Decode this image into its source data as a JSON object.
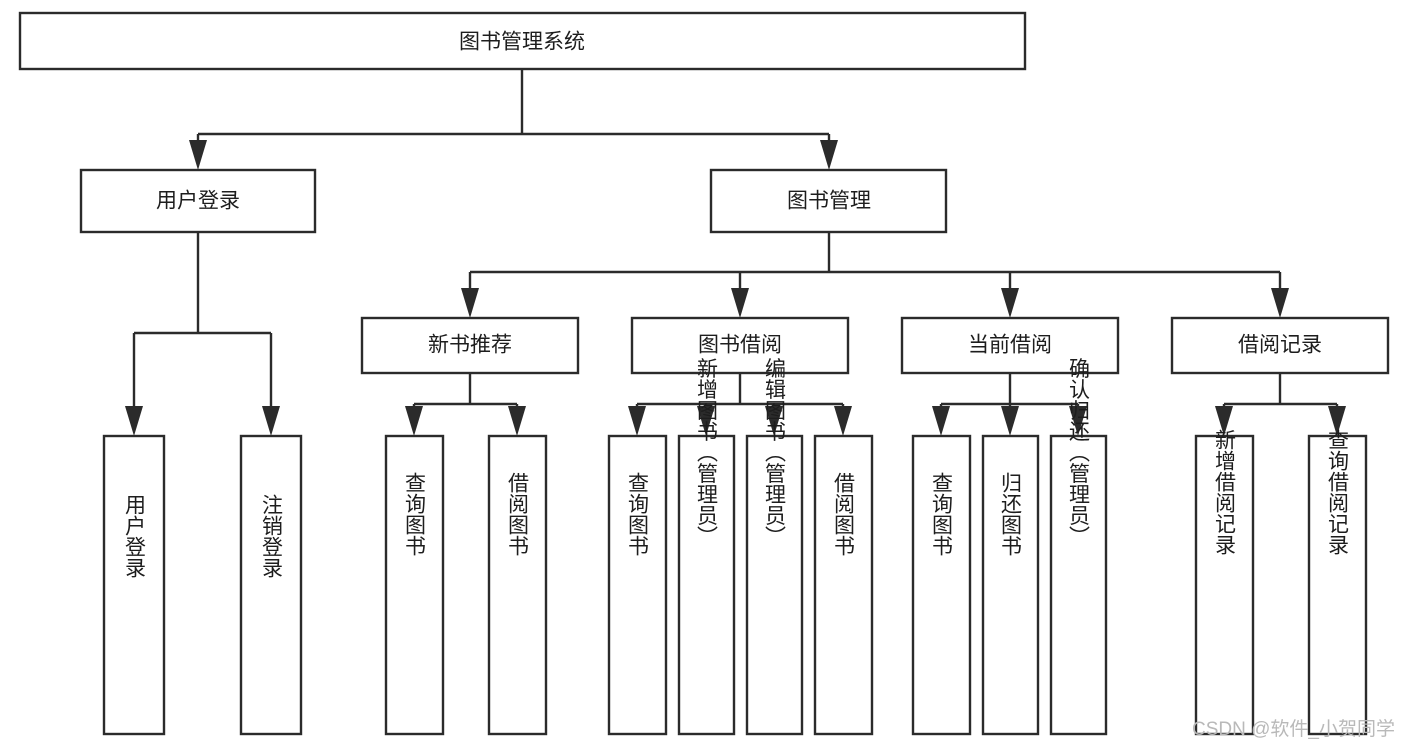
{
  "diagram": {
    "title": "图书管理系统",
    "type": "tree-hierarchy-chart",
    "root": {
      "id": "root",
      "label": "图书管理系统"
    },
    "level1": [
      {
        "id": "user-login",
        "label": "用户登录"
      },
      {
        "id": "book-management",
        "label": "图书管理"
      }
    ],
    "level2": [
      {
        "id": "new-book-recommend",
        "label": "新书推荐",
        "parent": "book-management"
      },
      {
        "id": "book-borrow",
        "label": "图书借阅",
        "parent": "book-management"
      },
      {
        "id": "current-borrow",
        "label": "当前借阅",
        "parent": "book-management"
      },
      {
        "id": "borrow-record",
        "label": "借阅记录",
        "parent": "book-management"
      }
    ],
    "leaves": {
      "user-login": [
        {
          "id": "leaf-user-login",
          "label": "用户登录"
        },
        {
          "id": "leaf-logout-login",
          "label": "注销登录"
        }
      ],
      "new-book-recommend": [
        {
          "id": "leaf-query-book-1",
          "label": "查询图书"
        },
        {
          "id": "leaf-borrow-book-1",
          "label": "借阅图书"
        }
      ],
      "book-borrow": [
        {
          "id": "leaf-query-book-2",
          "label": "查询图书"
        },
        {
          "id": "leaf-add-book",
          "label": "新增图书（管理员）"
        },
        {
          "id": "leaf-edit-book",
          "label": "编辑图书（管理员）"
        },
        {
          "id": "leaf-borrow-book-2",
          "label": "借阅图书"
        }
      ],
      "current-borrow": [
        {
          "id": "leaf-query-book-3",
          "label": "查询图书"
        },
        {
          "id": "leaf-return-book",
          "label": "归还图书"
        },
        {
          "id": "leaf-confirm-return",
          "label": "确认归还（管理员）"
        }
      ],
      "borrow-record": [
        {
          "id": "leaf-add-record",
          "label": "新增借阅记录"
        },
        {
          "id": "leaf-query-record",
          "label": "查询借阅记录"
        }
      ]
    }
  },
  "watermark": {
    "text": "CSDN @软件_小贺同学"
  },
  "colors": {
    "stroke": "#2b2b2b",
    "fill": "#ffffff",
    "text": "#1d1d1d",
    "watermark": "#b9b9b9"
  }
}
